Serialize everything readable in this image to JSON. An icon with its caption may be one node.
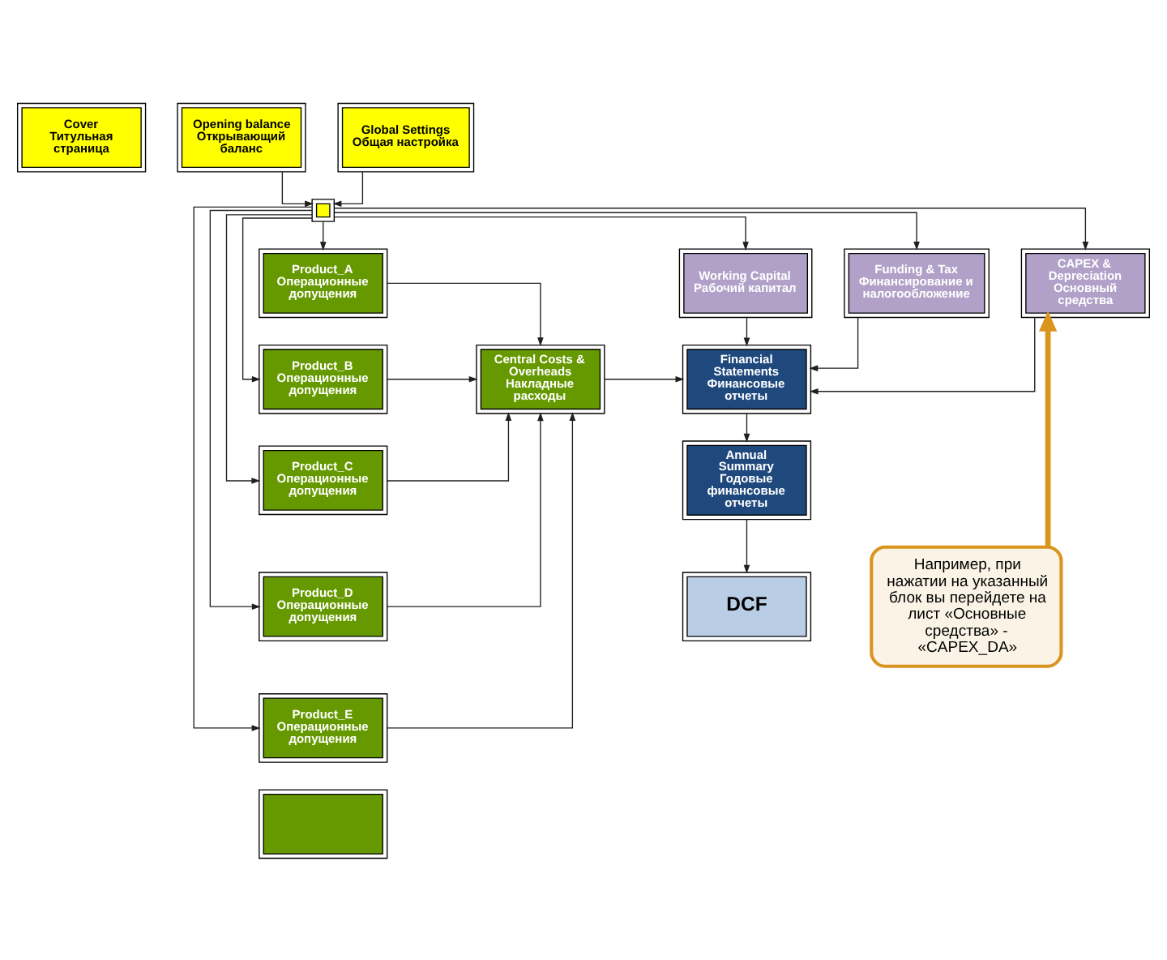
{
  "diagram": {
    "nodes": [
      {
        "text": [
          "Cover",
          "Титульная страница"
        ]
      },
      {
        "text": [
          "Opening balance",
          "Открывающий баланс"
        ]
      },
      {
        "text": [
          "Global Settings",
          "Общая настройка"
        ]
      },
      {
        "text": [],
        "shape": "box"
      },
      {
        "text": [
          "Product_A",
          "Операционные допущения"
        ]
      },
      {
        "text": [
          "Product_B",
          "Операционные допущения"
        ]
      },
      {
        "text": [
          "Product_C",
          "Операционные допущения"
        ]
      },
      {
        "text": [
          "Product_D",
          "Операционные допущения"
        ]
      },
      {
        "text": [
          "Product_E",
          "Операционные допущения"
        ]
      },
      {
        "text": [],
        "shape": "box"
      },
      {
        "text": [
          "Central Costs & Overheads",
          "Накладные расходы"
        ]
      },
      {
        "text": [
          "Working Capital",
          "Рабочий капитал"
        ]
      },
      {
        "text": [
          "Funding & Tax",
          "Финансирование и налогообложение"
        ]
      },
      {
        "text": [
          "CAPEX & Depreciation",
          "Основный средства"
        ]
      },
      {
        "text": [
          "Financial Statements",
          "Финансовые отчеты"
        ]
      },
      {
        "text": [
          "Annual Summary",
          "Годовые финансовые отчеты"
        ]
      },
      {
        "text": [
          "DCF"
        ]
      },
      {
        "text": [
          "Например, при нажатии на указанный блок вы перейдете на лист «Основные средства» - «CAPEX_DA»"
        ]
      }
    ],
    "edges": [
      {
        "from": 1,
        "to": 3,
        "arrow": "to"
      },
      {
        "from": 2,
        "to": 3,
        "arrow": "to"
      },
      {
        "from": 3,
        "to": 11,
        "arrow": "to"
      },
      {
        "from": 3,
        "to": 12,
        "arrow": "to"
      },
      {
        "from": 3,
        "to": 13,
        "arrow": "to"
      },
      {
        "from": 3,
        "to": 4,
        "arrow": "to"
      },
      {
        "from": 3,
        "to": 5,
        "arrow": "to"
      },
      {
        "from": 3,
        "to": 6,
        "arrow": "to"
      },
      {
        "from": 3,
        "to": 7,
        "arrow": "to"
      },
      {
        "from": 3,
        "to": 8,
        "arrow": "to"
      },
      {
        "from": 4,
        "to": 10,
        "arrow": "to"
      },
      {
        "from": 5,
        "to": 10,
        "arrow": "to"
      },
      {
        "from": 6,
        "to": 10,
        "arrow": "to"
      },
      {
        "from": 7,
        "to": 10,
        "arrow": "to"
      },
      {
        "from": 8,
        "to": 10,
        "arrow": "to"
      },
      {
        "from": 10,
        "to": 14,
        "arrow": "to"
      },
      {
        "from": 11,
        "to": 14,
        "arrow": "to"
      },
      {
        "from": 12,
        "to": 14,
        "arrow": "to"
      },
      {
        "from": 13,
        "to": 14,
        "arrow": "to"
      },
      {
        "from": 14,
        "to": 15,
        "arrow": "to"
      },
      {
        "from": 15,
        "to": 16,
        "arrow": "to"
      },
      {
        "from": 17,
        "to": 13,
        "arrow": "to",
        "style": "thick",
        "color": "#d9951e"
      }
    ]
  }
}
